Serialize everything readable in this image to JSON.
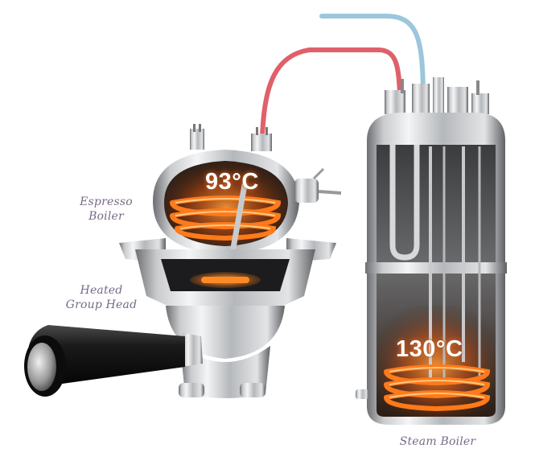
{
  "labels": {
    "espresso_boiler_line1": "Espresso",
    "espresso_boiler_line2": "Boiler",
    "group_head_line1": "Heated",
    "group_head_line2": "Group Head",
    "steam_boiler": "Steam Boiler"
  },
  "temperatures": {
    "espresso_boiler": "93°C",
    "steam_boiler": "130°C"
  },
  "colors": {
    "hot_pipe": "#e0606a",
    "cold_pipe": "#9cc6dc",
    "element_glow": "#ff7a1a",
    "caption": "#7a6a86"
  }
}
